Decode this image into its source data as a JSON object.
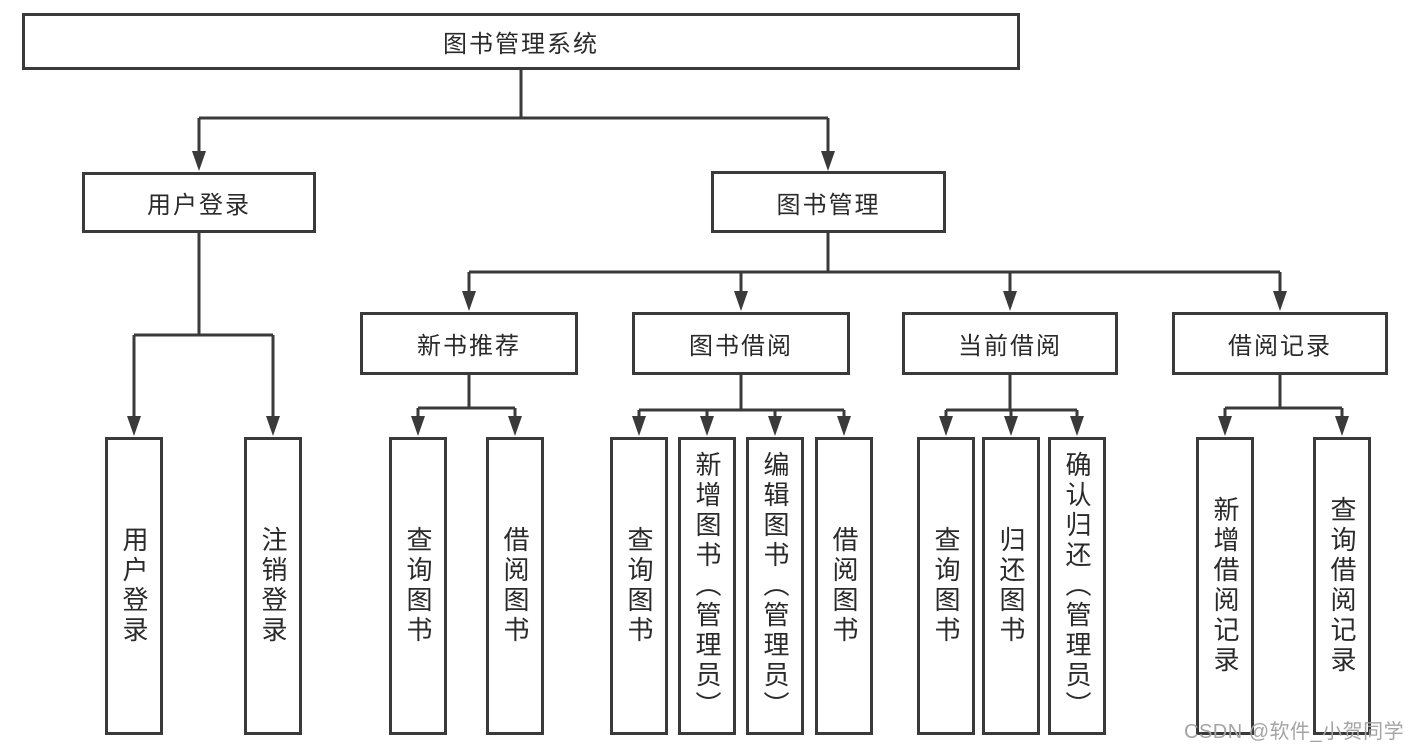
{
  "diagram": {
    "title": "图书管理系统",
    "children": [
      {
        "label": "用户登录",
        "children": [
          {
            "label": "用户登录"
          },
          {
            "label": "注销登录"
          }
        ]
      },
      {
        "label": "图书管理",
        "children": [
          {
            "label": "新书推荐",
            "children": [
              {
                "label": "查询图书"
              },
              {
                "label": "借阅图书"
              }
            ]
          },
          {
            "label": "图书借阅",
            "children": [
              {
                "label": "查询图书"
              },
              {
                "label": "新增图书（管理员）"
              },
              {
                "label": "编辑图书（管理员）"
              },
              {
                "label": "借阅图书"
              }
            ]
          },
          {
            "label": "当前借阅",
            "children": [
              {
                "label": "查询图书"
              },
              {
                "label": "归还图书"
              },
              {
                "label": "确认归还（管理员）"
              }
            ]
          },
          {
            "label": "借阅记录",
            "children": [
              {
                "label": "新增借阅记录"
              },
              {
                "label": "查询借阅记录"
              }
            ]
          }
        ]
      }
    ]
  },
  "watermark": {
    "text": "CSDN @软件_小贺同学"
  },
  "colors": {
    "line": "#3a3a3a",
    "text": "#2a2a2a",
    "watermark": "#a4a4a4",
    "background": "#ffffff"
  }
}
